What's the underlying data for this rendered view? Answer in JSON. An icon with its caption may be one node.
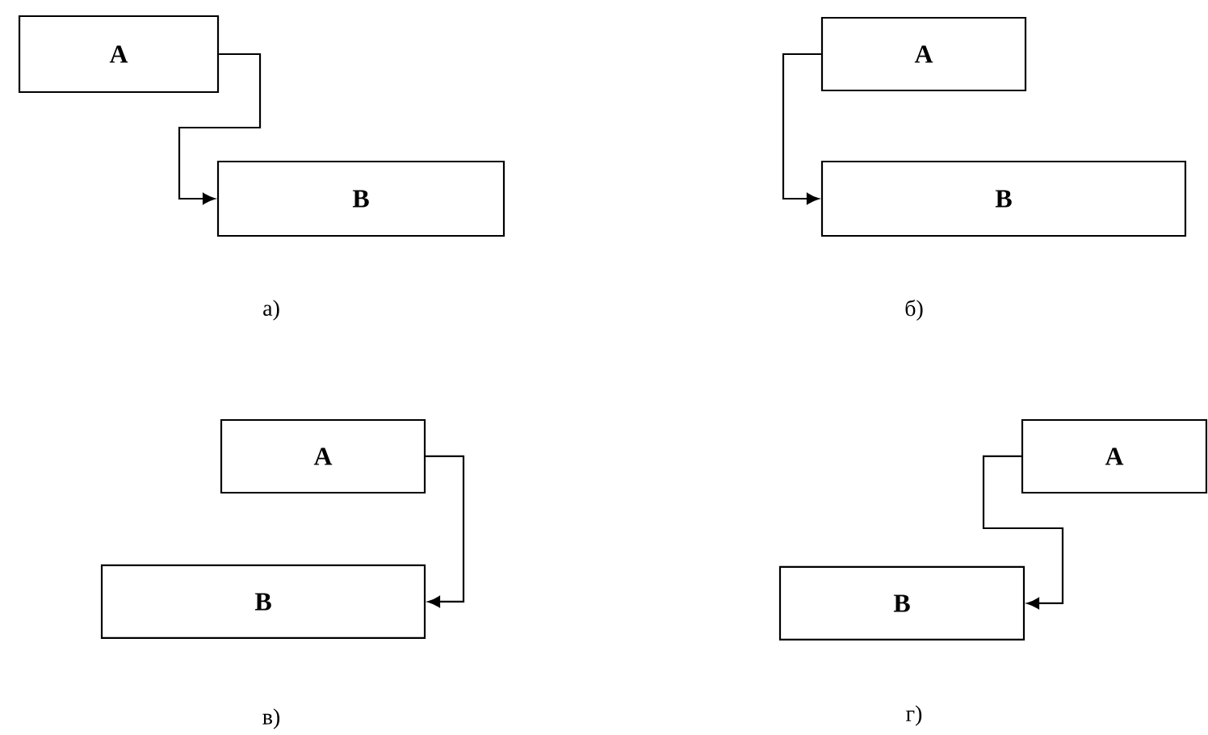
{
  "diagram": {
    "nodes": [
      {
        "text": [
          "A"
        ]
      },
      {
        "text": [
          "B"
        ]
      },
      {
        "text": [
          "A"
        ]
      },
      {
        "text": [
          "B"
        ]
      },
      {
        "text": [
          "A"
        ]
      },
      {
        "text": [
          "B"
        ]
      },
      {
        "text": [
          "A"
        ]
      },
      {
        "text": [
          "B"
        ]
      }
    ],
    "edges": [
      {
        "from": 0,
        "to": 1,
        "arrow": "to"
      },
      {
        "from": 2,
        "to": 3,
        "arrow": "to"
      },
      {
        "from": 4,
        "to": 5,
        "arrow": "to"
      },
      {
        "from": 6,
        "to": 7,
        "arrow": "to"
      }
    ],
    "labels": [
      "а)",
      "б)",
      "в)",
      "г)"
    ]
  }
}
